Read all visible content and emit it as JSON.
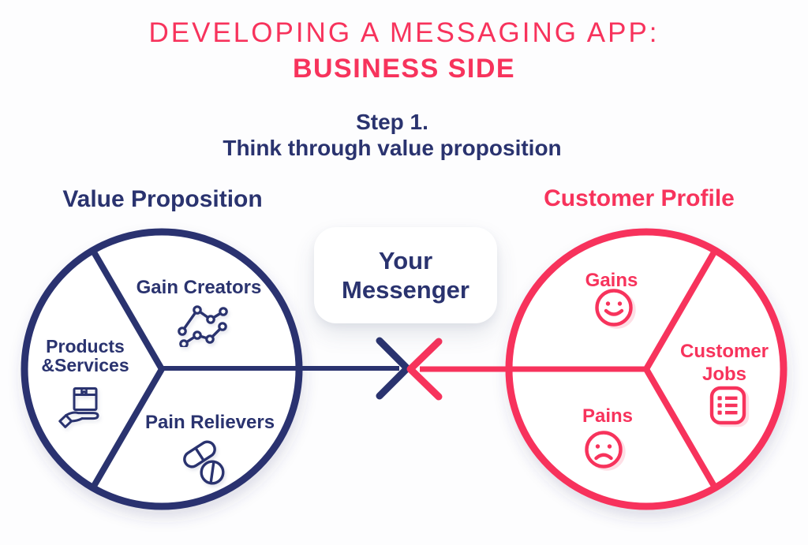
{
  "title": {
    "line1": "DEVELOPING A MESSAGING APP:",
    "line2": "BUSINESS SIDE"
  },
  "step": {
    "line1": "Step 1.",
    "line2": "Think through value proposition"
  },
  "value_proposition": {
    "heading": "Value Proposition",
    "gain_creators_label": "Gain Creators",
    "products_services_label": "Products &Services",
    "pain_relievers_label": "Pain Relievers",
    "icons": {
      "gain_creators": "line-chart-icon",
      "products_services": "hand-box-icon",
      "pain_relievers": "pills-icon"
    }
  },
  "customer_profile": {
    "heading": "Customer Profile",
    "gains_label": "Gains",
    "customer_jobs_label": "Customer Jobs",
    "pains_label": "Pains",
    "icons": {
      "gains": "smiley-face-icon",
      "customer_jobs": "checklist-icon",
      "pains": "sad-face-icon"
    }
  },
  "center": {
    "line1": "Your",
    "line2": "Messenger"
  },
  "colors": {
    "navy": "#2A336F",
    "pink": "#F7335C",
    "background": "#FDFDFE"
  }
}
